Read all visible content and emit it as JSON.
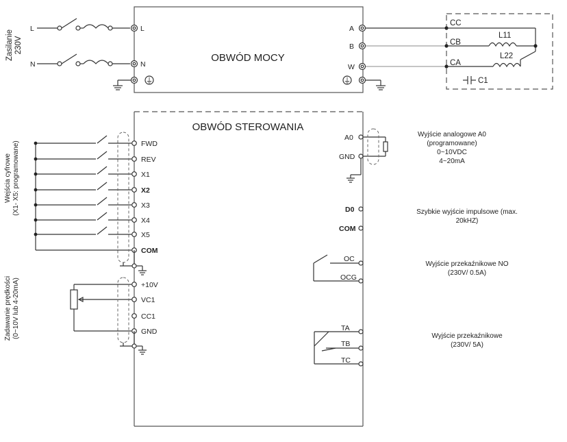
{
  "power": {
    "supply_label_1": "Zasilanie",
    "supply_label_2": "230V",
    "line_L": "L",
    "line_N": "N",
    "term_L": "L",
    "term_N": "N",
    "title": "OBWÓD MOCY",
    "out_A": "A",
    "out_B": "B",
    "out_W": "W",
    "ground_symbol": "⏚"
  },
  "motor": {
    "cc": "CC",
    "cb": "CB",
    "ca": "CA",
    "l11": "L11",
    "l22": "L22",
    "c1": "C1"
  },
  "control": {
    "title": "OBWÓD STEROWANIA",
    "inputs_label_1": "Wejścia cyfrowe",
    "inputs_label_2": "(X1- X5: programowane)",
    "inputs": [
      "FWD",
      "REV",
      "X1",
      "X2",
      "X3",
      "X4",
      "X5",
      "COM"
    ],
    "speed_label_1": "Zadawanie prędkości",
    "speed_label_2": "(0~10V lub 4-20mA)",
    "speed": [
      "+10V",
      "VC1",
      "CC1",
      "GND"
    ],
    "a0": "A0",
    "gnd": "GND",
    "d0": "D0",
    "com": "COM",
    "oc": "OC",
    "ocg": "OCG",
    "ta": "TA",
    "tb": "TB",
    "tc": "TC"
  },
  "descriptions": {
    "analog": [
      "Wyjście analogowe A0",
      "(programowane)",
      "0~10VDC",
      "4~20mA"
    ],
    "pulse": [
      "Szybkie wyjście impulsowe (max.",
      "20kHZ)"
    ],
    "relay_no": [
      "Wyjście przekaźnikowe NO",
      "(230V/ 0.5A)"
    ],
    "relay": [
      "Wyjście przekaźnikowe",
      "(230V/ 5A)"
    ]
  }
}
